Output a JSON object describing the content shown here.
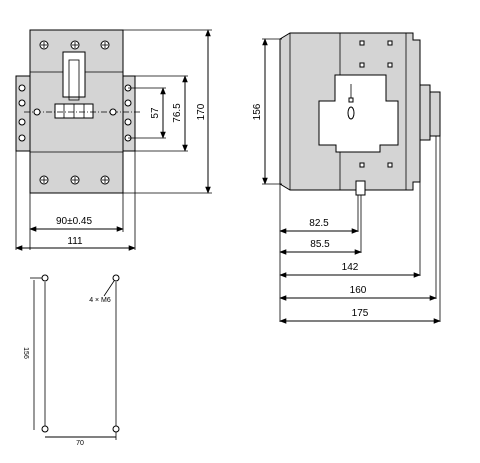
{
  "front_view": {
    "dim_width_label": "90±0.45",
    "dim_overall_width_label": "111",
    "dim_rail_57_label": "57",
    "dim_rail_765_label": "76.5",
    "dim_height_label": "170"
  },
  "side_view": {
    "dim_height_label": "156",
    "dim_825_label": "82.5",
    "dim_855_label": "85.5",
    "dim_142_label": "142",
    "dim_160_label": "160",
    "dim_175_label": "175"
  },
  "mounting_pattern": {
    "hole_label": "4 × M6",
    "dim_vertical_label": "156",
    "dim_horizontal_label": "70"
  }
}
